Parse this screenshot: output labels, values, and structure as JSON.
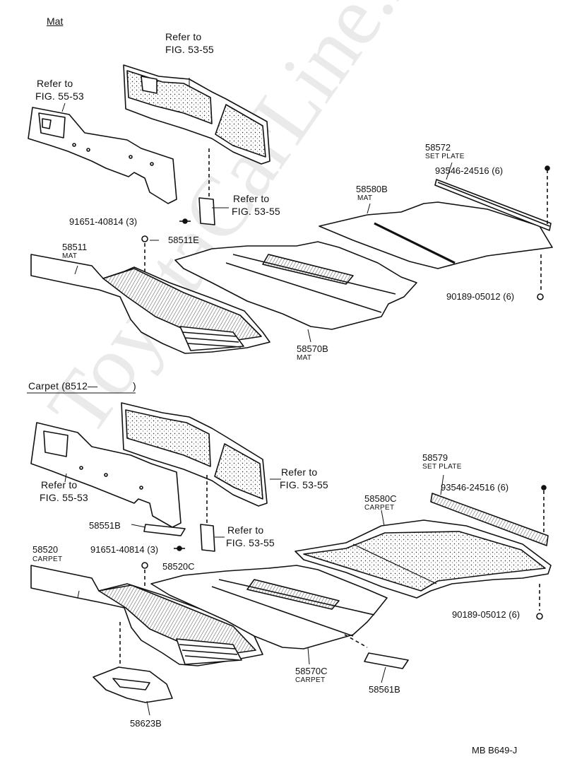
{
  "sections": {
    "mat": "Mat",
    "carpet": "Carpet (8512—",
    "carpet_close": ")"
  },
  "refs": {
    "refer_to": "Refer to",
    "fig_53_55": "FIG. 53-55",
    "fig_55_53": "FIG. 55-53"
  },
  "parts": {
    "p58572": "58572",
    "set_plate": "SET PLATE",
    "p93546_a": "93546-24516 (6)",
    "p58580B": "58580B",
    "mat_word": "MAT",
    "p91651_a": "91651-40814 (3)",
    "p58511E": "58511E",
    "p58511": "58511",
    "p90189_a": "90189-05012 (6)",
    "p58570B": "58570B",
    "p58579": "58579",
    "p93546_b": "93546-24516 (6)",
    "p58580C": "58580C",
    "carpet_word": "CARPET",
    "p58551B": "58551B",
    "p91651_b": "91651-40814 (3)",
    "p58520C": "58520C",
    "p58520": "58520",
    "p90189_b": "90189-05012 (6)",
    "p58570C": "58570C",
    "p58561B": "58561B",
    "p58623B": "58623B"
  },
  "footer": {
    "code": "MB  B649-J"
  },
  "watermark": "ToyotaCarLine.ru"
}
